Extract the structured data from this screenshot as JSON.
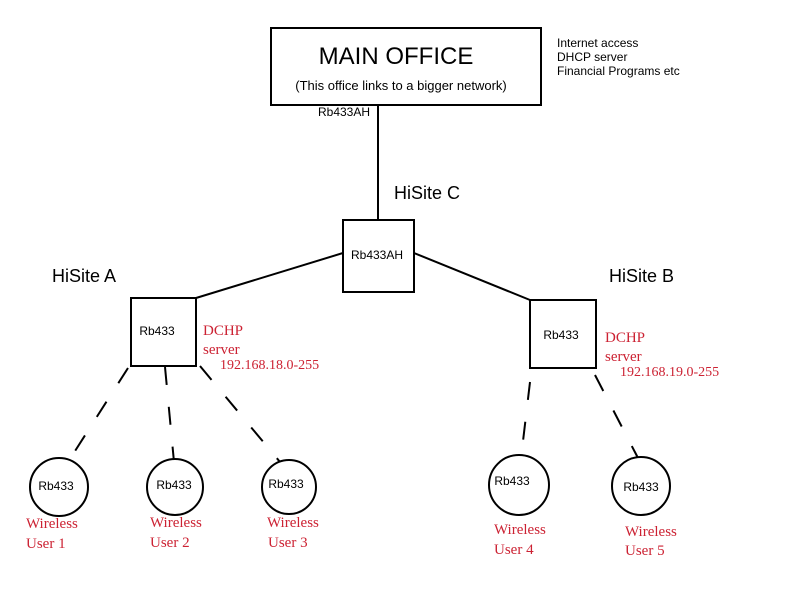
{
  "main_office": {
    "title": "MAIN OFFICE",
    "subtitle": "(This office links to a bigger network)",
    "router": "Rb433AH",
    "services": [
      "Internet access",
      "DHCP server",
      "Financial Programs etc"
    ]
  },
  "hisite_c": {
    "label": "HiSite C",
    "router": "Rb433AH"
  },
  "hisite_a": {
    "label": "HiSite A",
    "router": "Rb433",
    "dhcp": [
      "DCHP",
      "server",
      "192.168.18.0-255"
    ]
  },
  "hisite_b": {
    "label": "HiSite B",
    "router": "Rb433",
    "dhcp": [
      "DCHP",
      "server",
      "192.168.19.0-255"
    ]
  },
  "users": [
    {
      "router": "Rb433",
      "line1": "Wireless",
      "line2": "User 1"
    },
    {
      "router": "Rb433",
      "line1": "Wireless",
      "line2": "User 2"
    },
    {
      "router": "Rb433",
      "line1": "Wireless",
      "line2": "User 3"
    },
    {
      "router": "Rb433",
      "line1": "Wireless",
      "line2": "User 4"
    },
    {
      "router": "Rb433",
      "line1": "Wireless",
      "line2": "User 5"
    }
  ],
  "colors": {
    "accent": "#cc2233",
    "line": "#000000"
  }
}
